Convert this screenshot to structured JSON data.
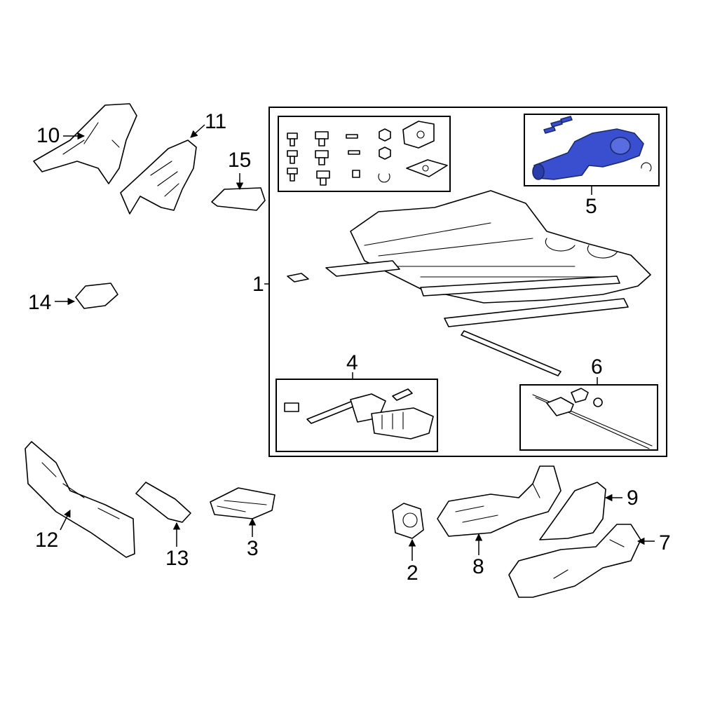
{
  "diagram": {
    "highlight_color": "#3a4fcf",
    "callouts": {
      "c1": "1",
      "c2": "2",
      "c3": "3",
      "c4": "4",
      "c5": "5",
      "c6": "6",
      "c7": "7",
      "c8": "8",
      "c9": "9",
      "c10": "10",
      "c11": "11",
      "c12": "12",
      "c13": "13",
      "c14": "14",
      "c15": "15"
    }
  }
}
